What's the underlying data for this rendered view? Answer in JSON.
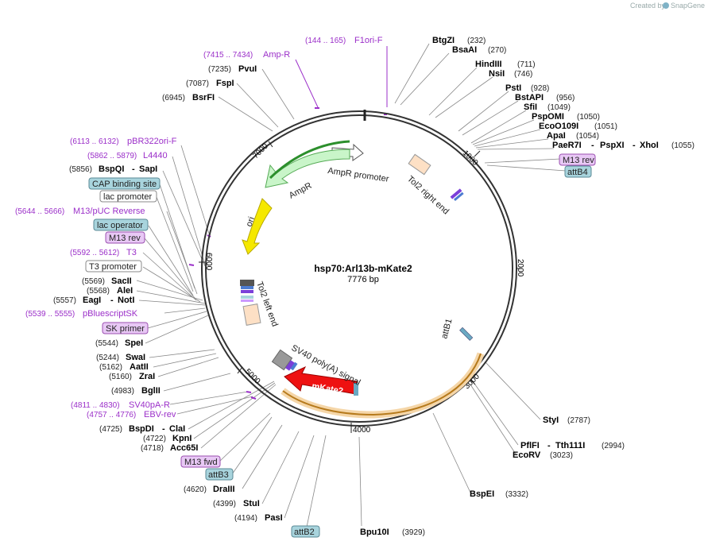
{
  "watermark": {
    "prefix": "Created by",
    "brand": "SnapGene"
  },
  "plasmid": {
    "name": "hsp70:Arl13b-mKate2",
    "length": "7776 bp"
  },
  "ticks": [
    "1000",
    "2000",
    "3000",
    "4000",
    "5000",
    "6000",
    "7000"
  ],
  "features": {
    "ampr": "AmpR",
    "ampr_promoter": "AmpR promoter",
    "ori": "ori",
    "tol2_right": "Tol2 right end",
    "tol2_left": "Tol2 left end",
    "attb1": "attB1",
    "sv40": "SV40 poly(A) signal",
    "mkate2": "mKate2"
  },
  "primers_top": [
    {
      "pos": "(7415 .. 7434)",
      "name": "Amp-R"
    },
    {
      "pos": "(144 .. 165)",
      "name": "F1ori-F"
    }
  ],
  "left_labels": [
    {
      "kind": "enz",
      "pos": "(7235)",
      "name": "PvuI"
    },
    {
      "kind": "enz",
      "pos": "(7087)",
      "name": "FspI"
    },
    {
      "kind": "enz",
      "pos": "(6945)",
      "name": "BsrFI"
    },
    {
      "kind": "purple",
      "pos": "(6113 .. 6132)",
      "name": "pBR322ori-F"
    },
    {
      "kind": "purple",
      "pos": "(5862 .. 5879)",
      "name": "L4440"
    },
    {
      "kind": "enz",
      "pos": "(5856)",
      "name": "BspQI",
      "extra": "SapI"
    },
    {
      "kind": "teal",
      "name": "CAP binding site"
    },
    {
      "kind": "white",
      "name": "lac promoter"
    },
    {
      "kind": "purple",
      "pos": "(5644 .. 5666)",
      "name": "M13/pUC Reverse"
    },
    {
      "kind": "teal",
      "name": "lac operator"
    },
    {
      "kind": "pink",
      "name": "M13 rev"
    },
    {
      "kind": "purple",
      "pos": "(5592 .. 5612)",
      "name": "T3"
    },
    {
      "kind": "white",
      "name": "T3 promoter"
    },
    {
      "kind": "enz",
      "pos": "(5569)",
      "name": "SacII"
    },
    {
      "kind": "enz",
      "pos": "(5568)",
      "name": "AleI"
    },
    {
      "kind": "enz",
      "pos": "(5557)",
      "name": "EagI",
      "extra": "NotI"
    },
    {
      "kind": "purple",
      "pos": "(5539 .. 5555)",
      "name": "pBluescriptSK"
    },
    {
      "kind": "pink",
      "name": "SK primer"
    },
    {
      "kind": "enz",
      "pos": "(5544)",
      "name": "SpeI"
    },
    {
      "kind": "enz",
      "pos": "(5244)",
      "name": "SwaI"
    },
    {
      "kind": "enz",
      "pos": "(5162)",
      "name": "AatII"
    },
    {
      "kind": "enz",
      "pos": "(5160)",
      "name": "ZraI"
    },
    {
      "kind": "enz",
      "pos": "(4983)",
      "name": "BglII"
    },
    {
      "kind": "purple",
      "pos": "(4811 .. 4830)",
      "name": "SV40pA-R"
    },
    {
      "kind": "purple",
      "pos": "(4757 .. 4776)",
      "name": "EBV-rev"
    },
    {
      "kind": "enz",
      "pos": "(4725)",
      "name": "BspDI",
      "extra": "ClaI"
    },
    {
      "kind": "enz",
      "pos": "(4722)",
      "name": "KpnI"
    },
    {
      "kind": "enz",
      "pos": "(4718)",
      "name": "Acc65I"
    },
    {
      "kind": "pink",
      "name": "M13 fwd"
    },
    {
      "kind": "teal",
      "name": "attB3"
    },
    {
      "kind": "enz",
      "pos": "(4620)",
      "name": "DraIII"
    },
    {
      "kind": "enz",
      "pos": "(4399)",
      "name": "StuI"
    },
    {
      "kind": "enz",
      "pos": "(4194)",
      "name": "PasI"
    },
    {
      "kind": "teal",
      "name": "attB2"
    }
  ],
  "right_labels": [
    {
      "name": "BtgZI",
      "pos": "(232)"
    },
    {
      "name": "BsaAI",
      "pos": "(270)"
    },
    {
      "name": "HindIII",
      "pos": "(711)"
    },
    {
      "name": "NsiI",
      "pos": "(746)"
    },
    {
      "name": "PstI",
      "pos": "(928)"
    },
    {
      "name": "BstAPI",
      "pos": "(956)"
    },
    {
      "name": "SfiI",
      "pos": "(1049)"
    },
    {
      "name": "PspOMI",
      "pos": "(1050)"
    },
    {
      "name": "EcoO109I",
      "pos": "(1051)"
    },
    {
      "name": "ApaI",
      "pos": "(1054)"
    },
    {
      "name": "PaeR7I",
      "extra1": "PspXI",
      "extra2": "XhoI",
      "pos": "(1055)"
    },
    {
      "name": "M13 rev",
      "kind": "pink"
    },
    {
      "name": "attB4",
      "kind": "teal"
    },
    {
      "name": "StyI",
      "pos": "(2787)"
    },
    {
      "name": "PflFI",
      "extra1": "Tth111I",
      "pos": "(2994)"
    },
    {
      "name": "EcoRV",
      "pos": "(3023)"
    },
    {
      "name": "BspEI",
      "pos": "(3332)"
    },
    {
      "name": "Bpu10I",
      "pos": "(3929)"
    }
  ],
  "colors": {
    "backbone": "#333333",
    "purple": "#9b2fc9",
    "pink_box": "#e8c8f5",
    "teal_box": "#a8d4dd",
    "ampr": "#c9f5c9",
    "ori": "#f5e800",
    "mkate2": "#ee1111",
    "orange_glow": "#f2c58a"
  }
}
